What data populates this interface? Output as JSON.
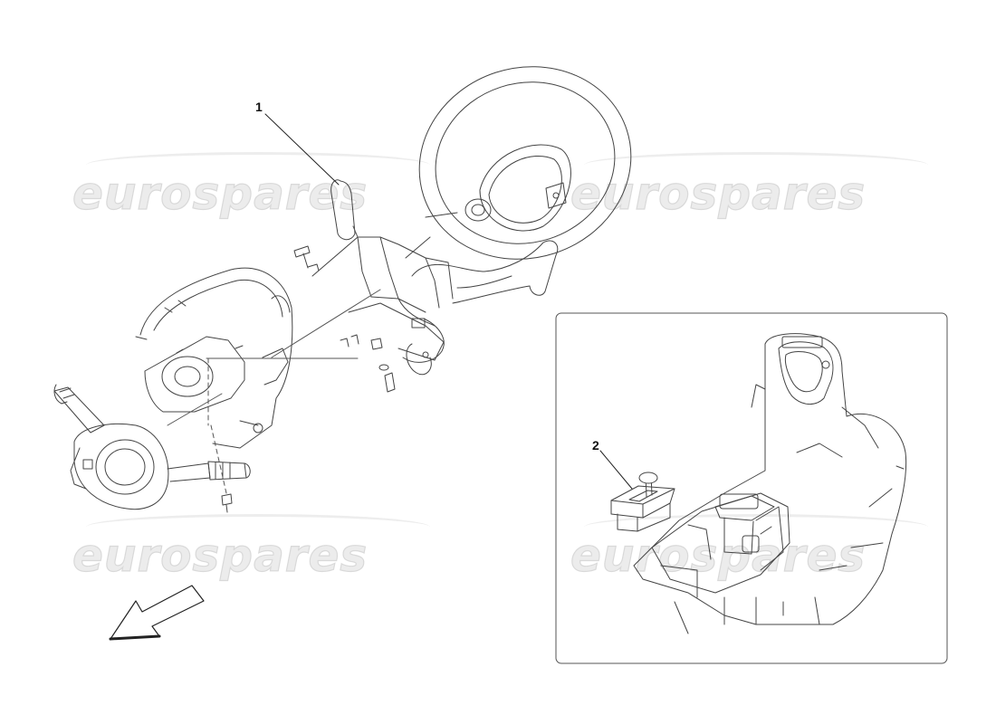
{
  "watermark": {
    "text": "eurospares",
    "color": "#dcdcdc"
  },
  "callouts": [
    {
      "label": "1",
      "part": "paddle shifter"
    },
    {
      "label": "2",
      "part": "gear selector"
    }
  ],
  "inset": {
    "border_color": "#555555"
  },
  "colors": {
    "line": "#444444",
    "fill": "#ffffff"
  }
}
